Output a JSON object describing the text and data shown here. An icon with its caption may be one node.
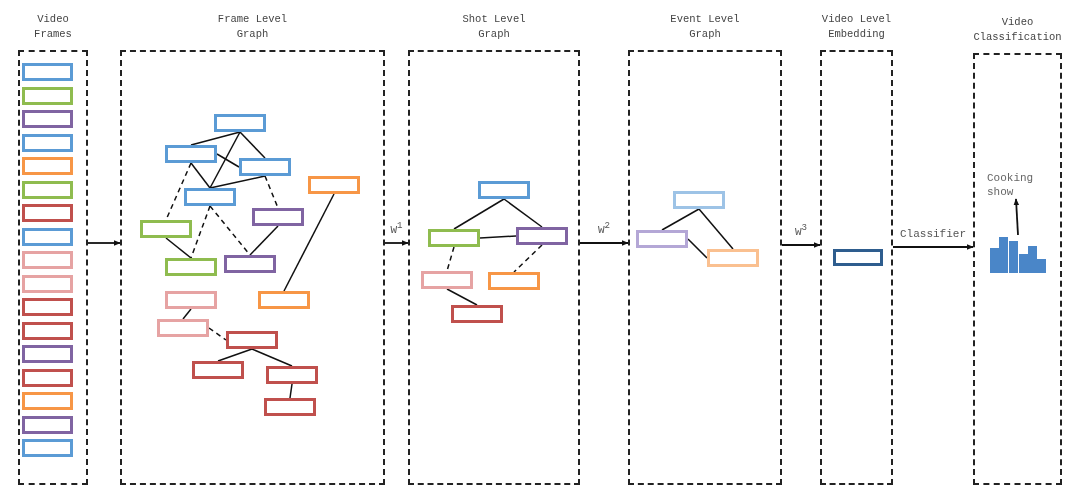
{
  "diagram": {
    "nodes": [
      {
        "text": [
          "Video Frames"
        ]
      },
      {
        "text": [],
        "shape": "box",
        "in": 0
      },
      {
        "text": [],
        "shape": "box",
        "in": 0
      },
      {
        "text": [],
        "shape": "box",
        "in": 0
      },
      {
        "text": [],
        "shape": "box",
        "in": 0
      },
      {
        "text": [],
        "shape": "box",
        "in": 0
      },
      {
        "text": [],
        "shape": "box",
        "in": 0
      },
      {
        "text": [],
        "shape": "box",
        "in": 0
      },
      {
        "text": [],
        "shape": "box",
        "in": 0
      },
      {
        "text": [],
        "shape": "box",
        "in": 0
      },
      {
        "text": [],
        "shape": "box",
        "in": 0
      },
      {
        "text": [],
        "shape": "box",
        "in": 0
      },
      {
        "text": [],
        "shape": "box",
        "in": 0
      },
      {
        "text": [],
        "shape": "box",
        "in": 0
      },
      {
        "text": [],
        "shape": "box",
        "in": 0
      },
      {
        "text": [],
        "shape": "box",
        "in": 0
      },
      {
        "text": [],
        "shape": "box",
        "in": 0
      },
      {
        "text": [],
        "shape": "box",
        "in": 0
      },
      {
        "text": [
          "Frame Level Graph"
        ]
      },
      {
        "text": [],
        "shape": "box",
        "in": 18
      },
      {
        "text": [],
        "shape": "box",
        "in": 18
      },
      {
        "text": [],
        "shape": "box",
        "in": 18
      },
      {
        "text": [],
        "shape": "box",
        "in": 18
      },
      {
        "text": [],
        "shape": "box",
        "in": 18
      },
      {
        "text": [],
        "shape": "box",
        "in": 18
      },
      {
        "text": [],
        "shape": "box",
        "in": 18
      },
      {
        "text": [],
        "shape": "box",
        "in": 18
      },
      {
        "text": [],
        "shape": "box",
        "in": 18
      },
      {
        "text": [],
        "shape": "box",
        "in": 18
      },
      {
        "text": [],
        "shape": "box",
        "in": 18
      },
      {
        "text": [],
        "shape": "box",
        "in": 18
      },
      {
        "text": [],
        "shape": "box",
        "in": 18
      },
      {
        "text": [],
        "shape": "box",
        "in": 18
      },
      {
        "text": [],
        "shape": "box",
        "in": 18
      },
      {
        "text": [],
        "shape": "box",
        "in": 18
      },
      {
        "text": [
          "Shot Level Graph"
        ]
      },
      {
        "text": [],
        "shape": "box",
        "in": 35
      },
      {
        "text": [],
        "shape": "box",
        "in": 35
      },
      {
        "text": [],
        "shape": "box",
        "in": 35
      },
      {
        "text": [],
        "shape": "box",
        "in": 35
      },
      {
        "text": [],
        "shape": "box",
        "in": 35
      },
      {
        "text": [],
        "shape": "box",
        "in": 35
      },
      {
        "text": [
          "Event Level Graph"
        ]
      },
      {
        "text": [],
        "shape": "box",
        "in": 42
      },
      {
        "text": [],
        "shape": "box",
        "in": 42
      },
      {
        "text": [],
        "shape": "box",
        "in": 42
      },
      {
        "text": [
          "Video Level Embedding"
        ]
      },
      {
        "text": [],
        "shape": "box",
        "in": 46
      },
      {
        "text": [
          "Video Classification"
        ]
      },
      {
        "text": [
          "Cooking show"
        ],
        "in": 48
      },
      {
        "text": [],
        "shape": "picture",
        "in": 48
      }
    ],
    "edges": [
      {
        "from": 0,
        "to": 18,
        "arrow": "to"
      },
      {
        "from": 18,
        "to": 35,
        "arrow": "to",
        "label": "W$^{1}$"
      },
      {
        "from": 35,
        "to": 42,
        "arrow": "to",
        "label": "W$^{2}$"
      },
      {
        "from": 42,
        "to": 46,
        "arrow": "to",
        "label": "W$^{3}$"
      },
      {
        "from": 46,
        "to": 48,
        "arrow": "to",
        "label": "Classifier"
      },
      {
        "from": 19,
        "to": 20,
        "arrow": "none"
      },
      {
        "from": 19,
        "to": 21,
        "arrow": "none"
      },
      {
        "from": 19,
        "to": 22,
        "arrow": "none"
      },
      {
        "from": 20,
        "to": 21,
        "arrow": "none"
      },
      {
        "from": 20,
        "to": 22,
        "arrow": "none"
      },
      {
        "from": 21,
        "to": 22,
        "arrow": "none"
      },
      {
        "from": 20,
        "to": 25,
        "arrow": "none",
        "style": "dashed"
      },
      {
        "from": 21,
        "to": 24,
        "arrow": "none",
        "style": "dashed"
      },
      {
        "from": 22,
        "to": 26,
        "arrow": "none",
        "style": "dashed"
      },
      {
        "from": 22,
        "to": 27,
        "arrow": "none",
        "style": "dashed"
      },
      {
        "from": 25,
        "to": 26,
        "arrow": "none"
      },
      {
        "from": 24,
        "to": 27,
        "arrow": "none"
      },
      {
        "from": 23,
        "to": 29,
        "arrow": "none"
      },
      {
        "from": 28,
        "to": 30,
        "arrow": "none"
      },
      {
        "from": 30,
        "to": 31,
        "arrow": "none",
        "style": "dashed"
      },
      {
        "from": 31,
        "to": 32,
        "arrow": "none"
      },
      {
        "from": 31,
        "to": 33,
        "arrow": "none"
      },
      {
        "from": 33,
        "to": 34,
        "arrow": "none"
      },
      {
        "from": 36,
        "to": 37,
        "arrow": "none"
      },
      {
        "from": 36,
        "to": 38,
        "arrow": "none"
      },
      {
        "from": 37,
        "to": 38,
        "arrow": "none"
      },
      {
        "from": 37,
        "to": 39,
        "arrow": "none",
        "style": "dashed"
      },
      {
        "from": 38,
        "to": 40,
        "arrow": "none",
        "style": "dashed"
      },
      {
        "from": 39,
        "to": 41,
        "arrow": "none"
      },
      {
        "from": 43,
        "to": 44,
        "arrow": "none"
      },
      {
        "from": 43,
        "to": 45,
        "arrow": "none"
      },
      {
        "from": 44,
        "to": 45,
        "arrow": "none"
      },
      {
        "from": 50,
        "to": 49,
        "arrow": "to"
      }
    ]
  }
}
